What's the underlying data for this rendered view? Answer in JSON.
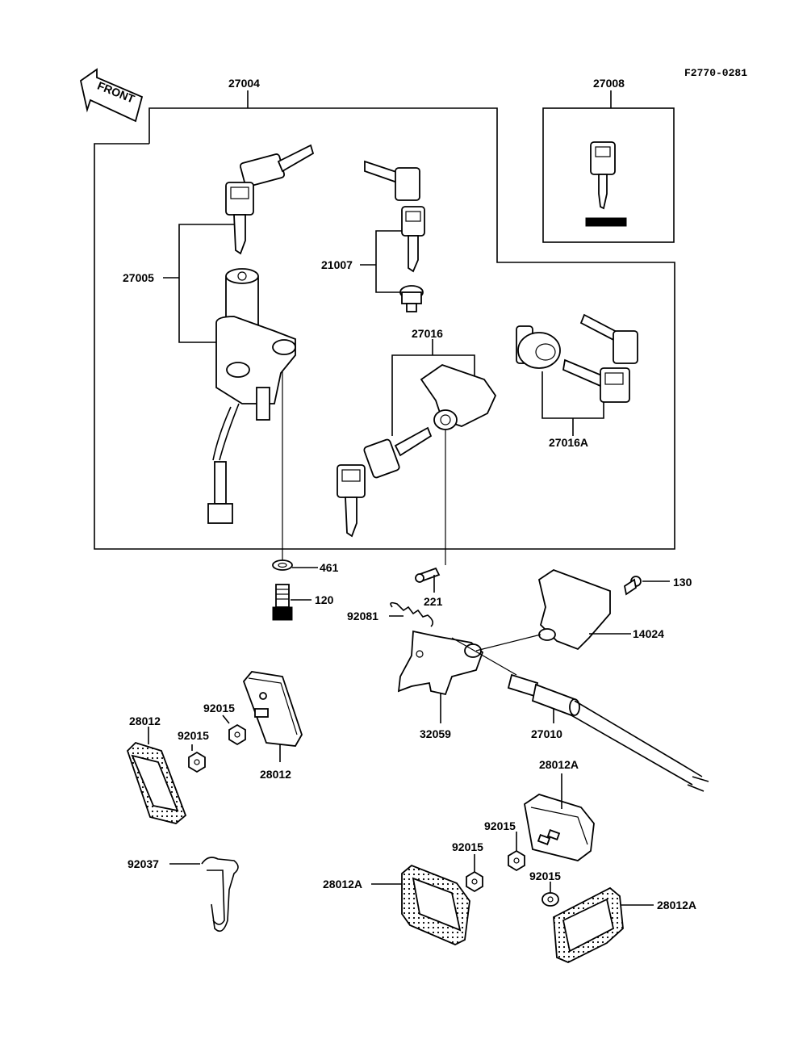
{
  "diagram": {
    "figure_ref": "F2770-0281",
    "direction_arrow_label": "FRONT",
    "callouts": {
      "p27004": "27004",
      "p27008": "27008",
      "p27005": "27005",
      "p21007": "21007",
      "p27016": "27016",
      "p27016A": "27016A",
      "p461": "461",
      "p120": "120",
      "p221": "221",
      "p130": "130",
      "p92081": "92081",
      "p14024": "14024",
      "p32059": "32059",
      "p27010": "27010",
      "p92015_a": "92015",
      "p92015_b": "92015",
      "p28012_a": "28012",
      "p28012_b": "28012",
      "p28012A_top": "28012A",
      "p92015_c": "92015",
      "p92015_d": "92015",
      "p92015_e": "92015",
      "p92037": "92037",
      "p28012A_left": "28012A",
      "p28012A_right": "28012A"
    }
  }
}
